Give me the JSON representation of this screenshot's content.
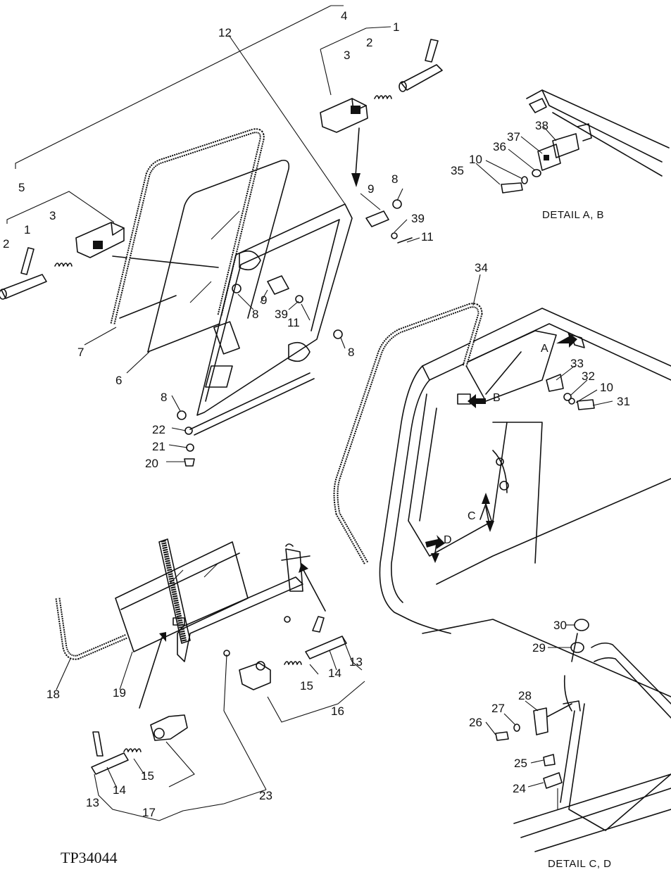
{
  "figure_code": "TP34044",
  "detail_labels": {
    "ab": "DETAIL A, B",
    "cd": "DETAIL C, D"
  },
  "view_arrows": [
    "A",
    "B",
    "C",
    "D"
  ],
  "callouts": {
    "c1a": "1",
    "c2a": "2",
    "c3a": "3",
    "c4": "4",
    "c1b": "1",
    "c2b": "2",
    "c3b": "3",
    "c5": "5",
    "c6": "6",
    "c7": "7",
    "c8a": "8",
    "c8b": "8",
    "c8c": "8",
    "c8d": "8",
    "c9a": "9",
    "c9b": "9",
    "c10a": "10",
    "c10b": "10",
    "c11a": "11",
    "c11b": "11",
    "c12": "12",
    "c13a": "13",
    "c13b": "13",
    "c14a": "14",
    "c14b": "14",
    "c15a": "15",
    "c15b": "15",
    "c16": "16",
    "c17": "17",
    "c18": "18",
    "c19": "19",
    "c20": "20",
    "c21": "21",
    "c22": "22",
    "c23": "23",
    "c24": "24",
    "c25": "25",
    "c26": "26",
    "c27": "27",
    "c28": "28",
    "c29": "29",
    "c30": "30",
    "c31": "31",
    "c32": "32",
    "c33": "33",
    "c34": "34",
    "c35": "35",
    "c36": "36",
    "c37": "37",
    "c38": "38",
    "c39a": "39",
    "c39b": "39"
  }
}
